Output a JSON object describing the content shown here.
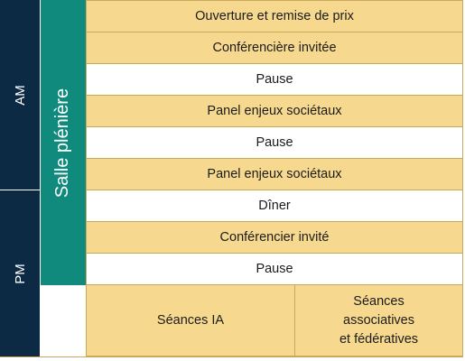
{
  "periods": {
    "am": "AM",
    "pm": "PM"
  },
  "room": {
    "label": "Salle plénière"
  },
  "sessions": [
    {
      "label": "Ouverture et remise de prix",
      "style": "highlight"
    },
    {
      "label": "Conférencière invitée",
      "style": "highlight"
    },
    {
      "label": "Pause",
      "style": "plain"
    },
    {
      "label": "Panel enjeux sociétaux",
      "style": "highlight"
    },
    {
      "label": "Pause",
      "style": "plain"
    },
    {
      "label": "Panel enjeux sociétaux",
      "style": "highlight"
    },
    {
      "label": "Dîner",
      "style": "plain"
    },
    {
      "label": "Conférencier invité",
      "style": "highlight"
    },
    {
      "label": "Pause",
      "style": "plain"
    }
  ],
  "parallel": {
    "left": "Séances IA",
    "right_lines": [
      "Séances",
      "associatives",
      "et fédératives"
    ]
  },
  "colors": {
    "period_bg": "#0c2a44",
    "room_bg": "#0f8a7c",
    "highlight_bg": "#f6d98e",
    "border": "#c8a85b"
  }
}
